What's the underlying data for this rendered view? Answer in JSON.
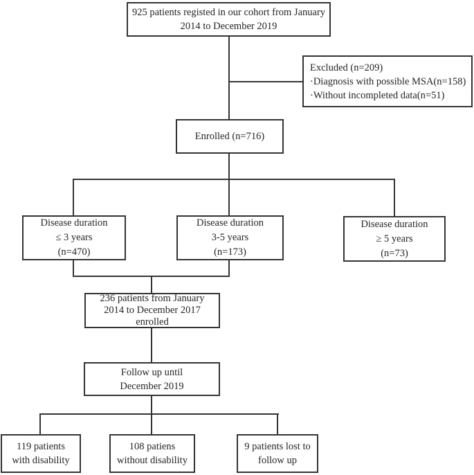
{
  "figure": {
    "kind": "patient-flowchart",
    "background_color": "#ffffff",
    "line_color": "#333333",
    "text_color": "#262626"
  },
  "nodes": {
    "cohort": {
      "line1": "925 patients registed in our cohort  from January",
      "line2": "2014 to  December 2019"
    },
    "excluded": {
      "line1": "Excluded (n=209)",
      "line2": "·Diagnosis with possible MSA(n=158)",
      "line3": "·Without incompleted data(n=51)"
    },
    "enrolled": {
      "line1": "Enrolled (n=716)"
    },
    "duration_le3": {
      "line1": "Disease duration",
      "line2": "≤ 3 years",
      "line3": "(n=470)"
    },
    "duration_3to5": {
      "line1": "Disease duration",
      "line2": "3-5 years",
      "line3": "(n=173)"
    },
    "duration_ge5": {
      "line1": "Disease duration",
      "line2": "≥ 5 years",
      "line3": "(n=73)"
    },
    "enrolled_2014_2017": {
      "line1": "236 patients from January",
      "line2": "2014 to December 2017",
      "line3": "enrolled"
    },
    "followup": {
      "line1": "Follow up until",
      "line2": "December 2019"
    },
    "with_disability": {
      "line1": "119 patients",
      "line2": "with disability"
    },
    "without_disability": {
      "line1": "108 patiens",
      "line2": "without disability"
    },
    "lost_followup": {
      "line1": "9 patients lost to",
      "line2": "follow up"
    }
  }
}
